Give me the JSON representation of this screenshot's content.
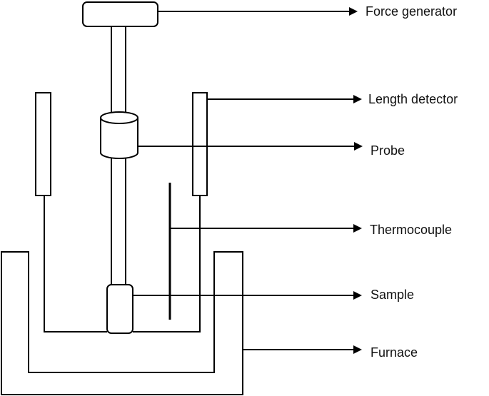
{
  "diagram": {
    "labels": {
      "force_generator": "Force generator",
      "length_detector": "Length detector",
      "probe": "Probe",
      "thermocouple": "Thermocouple",
      "sample": "Sample",
      "furnace": "Furnace"
    },
    "colors": {
      "stroke": "#000000",
      "fill": "#ffffff",
      "text": "#111111"
    }
  }
}
